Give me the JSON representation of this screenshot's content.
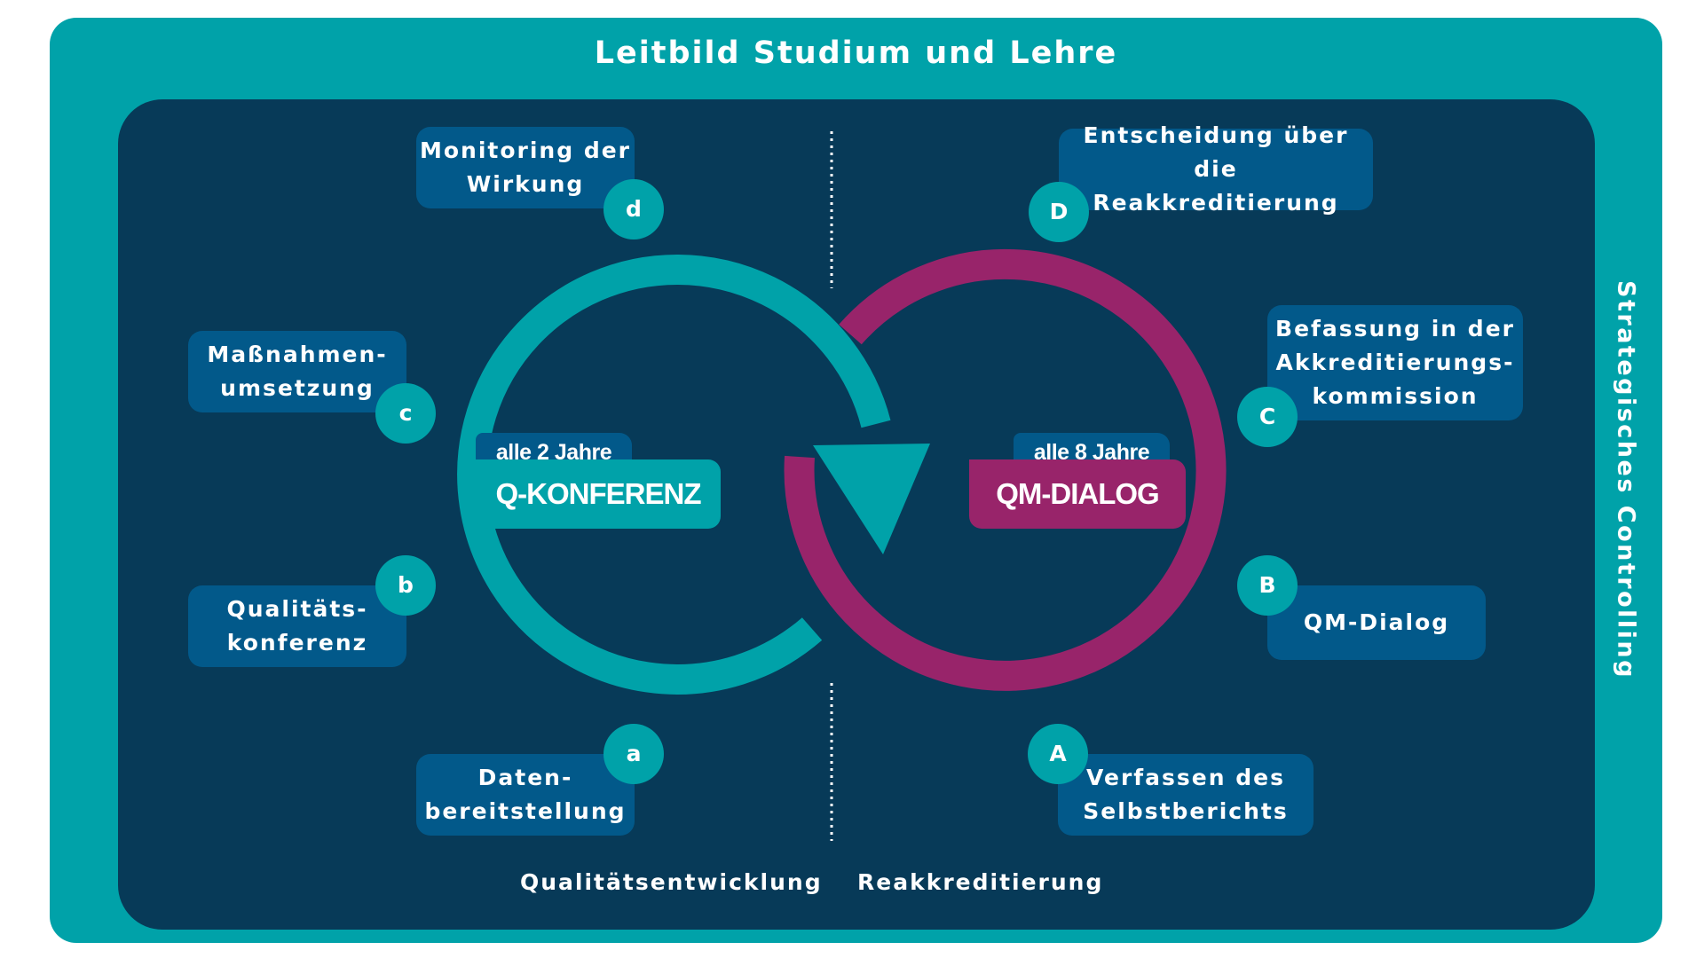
{
  "header": {
    "title": "Leitbild Studium und Lehre"
  },
  "side_label": "Strategisches Controlling",
  "colors": {
    "frame": "#00a2a9",
    "panel": "#073a58",
    "box": "#02598a",
    "teal_cycle": "#00a2a9",
    "magenta_cycle": "#98246a"
  },
  "left_cycle": {
    "frequency": "alle 2 Jahre",
    "name": "Q-KONFERENZ",
    "section_label": "Qualitätsentwicklung",
    "steps": [
      {
        "letter": "a",
        "line1": "Daten-",
        "line2": "bereitstellung"
      },
      {
        "letter": "b",
        "line1": "Qualitäts-",
        "line2": "konferenz"
      },
      {
        "letter": "c",
        "line1": "Maßnahmen-",
        "line2": "umsetzung"
      },
      {
        "letter": "d",
        "line1": "Monitoring der",
        "line2": "Wirkung"
      }
    ]
  },
  "right_cycle": {
    "frequency": "alle 8 Jahre",
    "name": "QM-DIALOG",
    "section_label": "Reakkreditierung",
    "steps": [
      {
        "letter": "A",
        "line1": "Verfassen des",
        "line2": "Selbstberichts"
      },
      {
        "letter": "B",
        "line1": "QM-Dialog"
      },
      {
        "letter": "C",
        "line1": "Befassung in der",
        "line2": "Akkreditierungs-",
        "line3": "kommission"
      },
      {
        "letter": "D",
        "line1": "Entscheidung über die",
        "line2": "Reakkreditierung"
      }
    ]
  }
}
